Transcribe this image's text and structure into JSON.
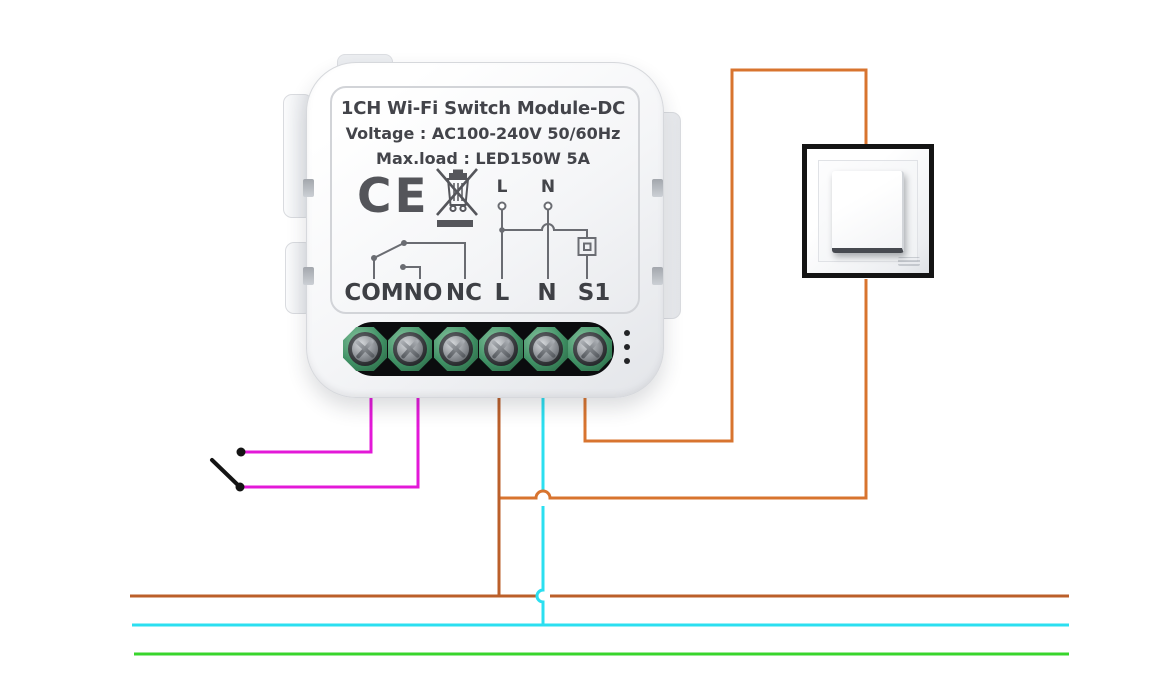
{
  "module": {
    "title": "1CH Wi-Fi Switch Module-DC",
    "voltage": "Voltage : AC100-240V 50/60Hz",
    "max_load": "Max.load : LED150W 5A",
    "ce_mark": "CE",
    "terminals": [
      "COM",
      "NO",
      "NC",
      "L",
      "N",
      "S1"
    ],
    "schematic": {
      "l_label": "L",
      "n_label": "N"
    }
  },
  "colors": {
    "live_wire": "#bb5f2a",
    "live_wire_bright": "#d8742f",
    "neutral_wire": "#2bdff0",
    "earth_wire": "#38d52c",
    "switch_wire": "#e318d8",
    "lever_black": "#141414",
    "schematic_ink": "#6a6c72",
    "gap_white": "#ffffff"
  }
}
